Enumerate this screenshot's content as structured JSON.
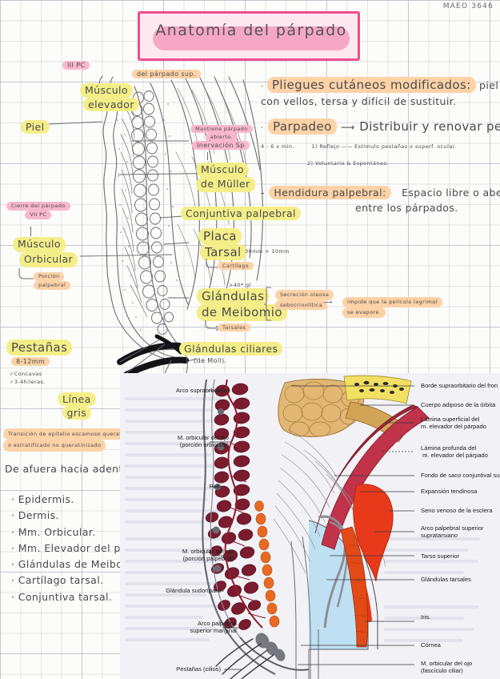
{
  "page": {
    "corner_code": "MAEO  3646",
    "title": "Anatomía del párpado"
  },
  "diagram_labels": {
    "iii_pc": "III PC",
    "del_parpado_sup": "del párpado sup.",
    "musculo_elevador_1": "Músculo",
    "musculo_elevador_2": "elevador",
    "piel": "Piel",
    "mantiene_parpado_1": "Mantiene párpado",
    "mantiene_parpado_2": "abierto.",
    "inervacion_sp": "Inervación Sp",
    "musculo_muller_1": "Músculo",
    "musculo_muller_2": "de Müller",
    "conjuntiva_palpebral": "Conjuntiva  palpebral",
    "cierre_del_parpado": "Cierre del párpado",
    "vii_pc": "VII PC",
    "musculo_orbicular_1": "Músculo",
    "musculo_orbicular_2": "Orbicular",
    "porcion_1": "Porción",
    "porcion_2": "palpebral",
    "placa_1": "Placa",
    "placa_2": "Tarsal",
    "placa_dim": "30mm × 10mm",
    "cartilago": "Cartílago",
    "gl_count": ">40* gl",
    "glandulas_meibomio_1": "Glándulas",
    "glandulas_meibomio_2": "de Meibomio",
    "tarsales": "Tarsales",
    "secrecion_1": "Secreción oleosa",
    "secrecion_2": "sebocrinolítica",
    "impide_1": "Impide que la película lagrimal",
    "impide_2": "se evapore.",
    "pestanas": "Pestañas",
    "pestanas_mm": "8-12mm",
    "pestanas_b1": "✓Concavas",
    "pestanas_b2": "✓3-4hileras.",
    "linea_1": "Línea",
    "linea_2": "gris",
    "glandulas_ciliares": "Glándulas  ciliares",
    "de_moll": "(de  Moll).",
    "transicion_1": "Transición de epitelio escamoso querat.",
    "transicion_2": "o estratificado no queratinizado",
    "de_afuera": "De afuera hacia adentro:"
  },
  "layers_list": {
    "heading": "De afuera hacia adentro:",
    "items": [
      "Epidermis.",
      "Dermis.",
      "Mm. Orbicular.",
      "Mm. Elevador del párpado.",
      "Glándulas de Meibomio.",
      "Cartílago tarsal.",
      "Conjuntiva tarsal."
    ]
  },
  "notes": {
    "blocks": [
      {
        "bullet": "·",
        "highlight": "Pliegues cutáneos modificados:",
        "rest": " piel lisa, muy delgada,",
        "line2": "con vellos, tersa  y difícil  de  sustituir."
      },
      {
        "bullet": "·",
        "highlight": "Parpadeo",
        "arrow": "⟶",
        "rest": "Distribuir  y  renovar   película  lagrimal",
        "rate": "4 - 6 x min.",
        "sub1": "1) Reflejo ——  Estímulo pestañas o superf. ocular.",
        "sub2": "2) Voluntario  &  Espontáneo."
      },
      {
        "bullet": "-",
        "highlight": "Hendidura  palpebral:",
        "rest": "Espacio  libre   o  abertura",
        "line2": "entre  los  párpados."
      }
    ]
  },
  "atlas": {
    "labels_right": [
      "Borde supraorbitario del fron",
      "Cuerpo adiposo de la órbita",
      "Lámina superficial del\nm. elevador del párpado",
      "Lámina profunda del\n m. elevador del párpado",
      "Fondo de saco conjuntival superior",
      "Expansión tendinosa",
      "Seno venoso de la esclera",
      "Arco palpebral superior\nsupratarsiano",
      "Tarso superior",
      "Glándulas tarsales",
      "Iris.",
      "Córnea",
      "M. orbicular del ojo\n(fascículo ciliar)"
    ],
    "labels_left": [
      "Arco supraorbitario",
      "M. orbicular del ojo\n(porción orbicular)",
      "Piel",
      "M. orbicular del ojo\n(porción palpebral)",
      "Glándula sudorípara",
      "Arco palpebral\nsuperior marginal",
      "Pestañas (cilios)"
    ]
  },
  "colors": {
    "pink": "#ef4e8c",
    "yellow_hl": "#f4ee88",
    "orange_hl": "#fcd2a6",
    "pink_hl": "#f9b7cd",
    "ink": "#4a4a4e",
    "sclera_blue": "#bfe0f2",
    "muscle_red": "#e03b14",
    "fat_tan": "#e0b36a"
  }
}
